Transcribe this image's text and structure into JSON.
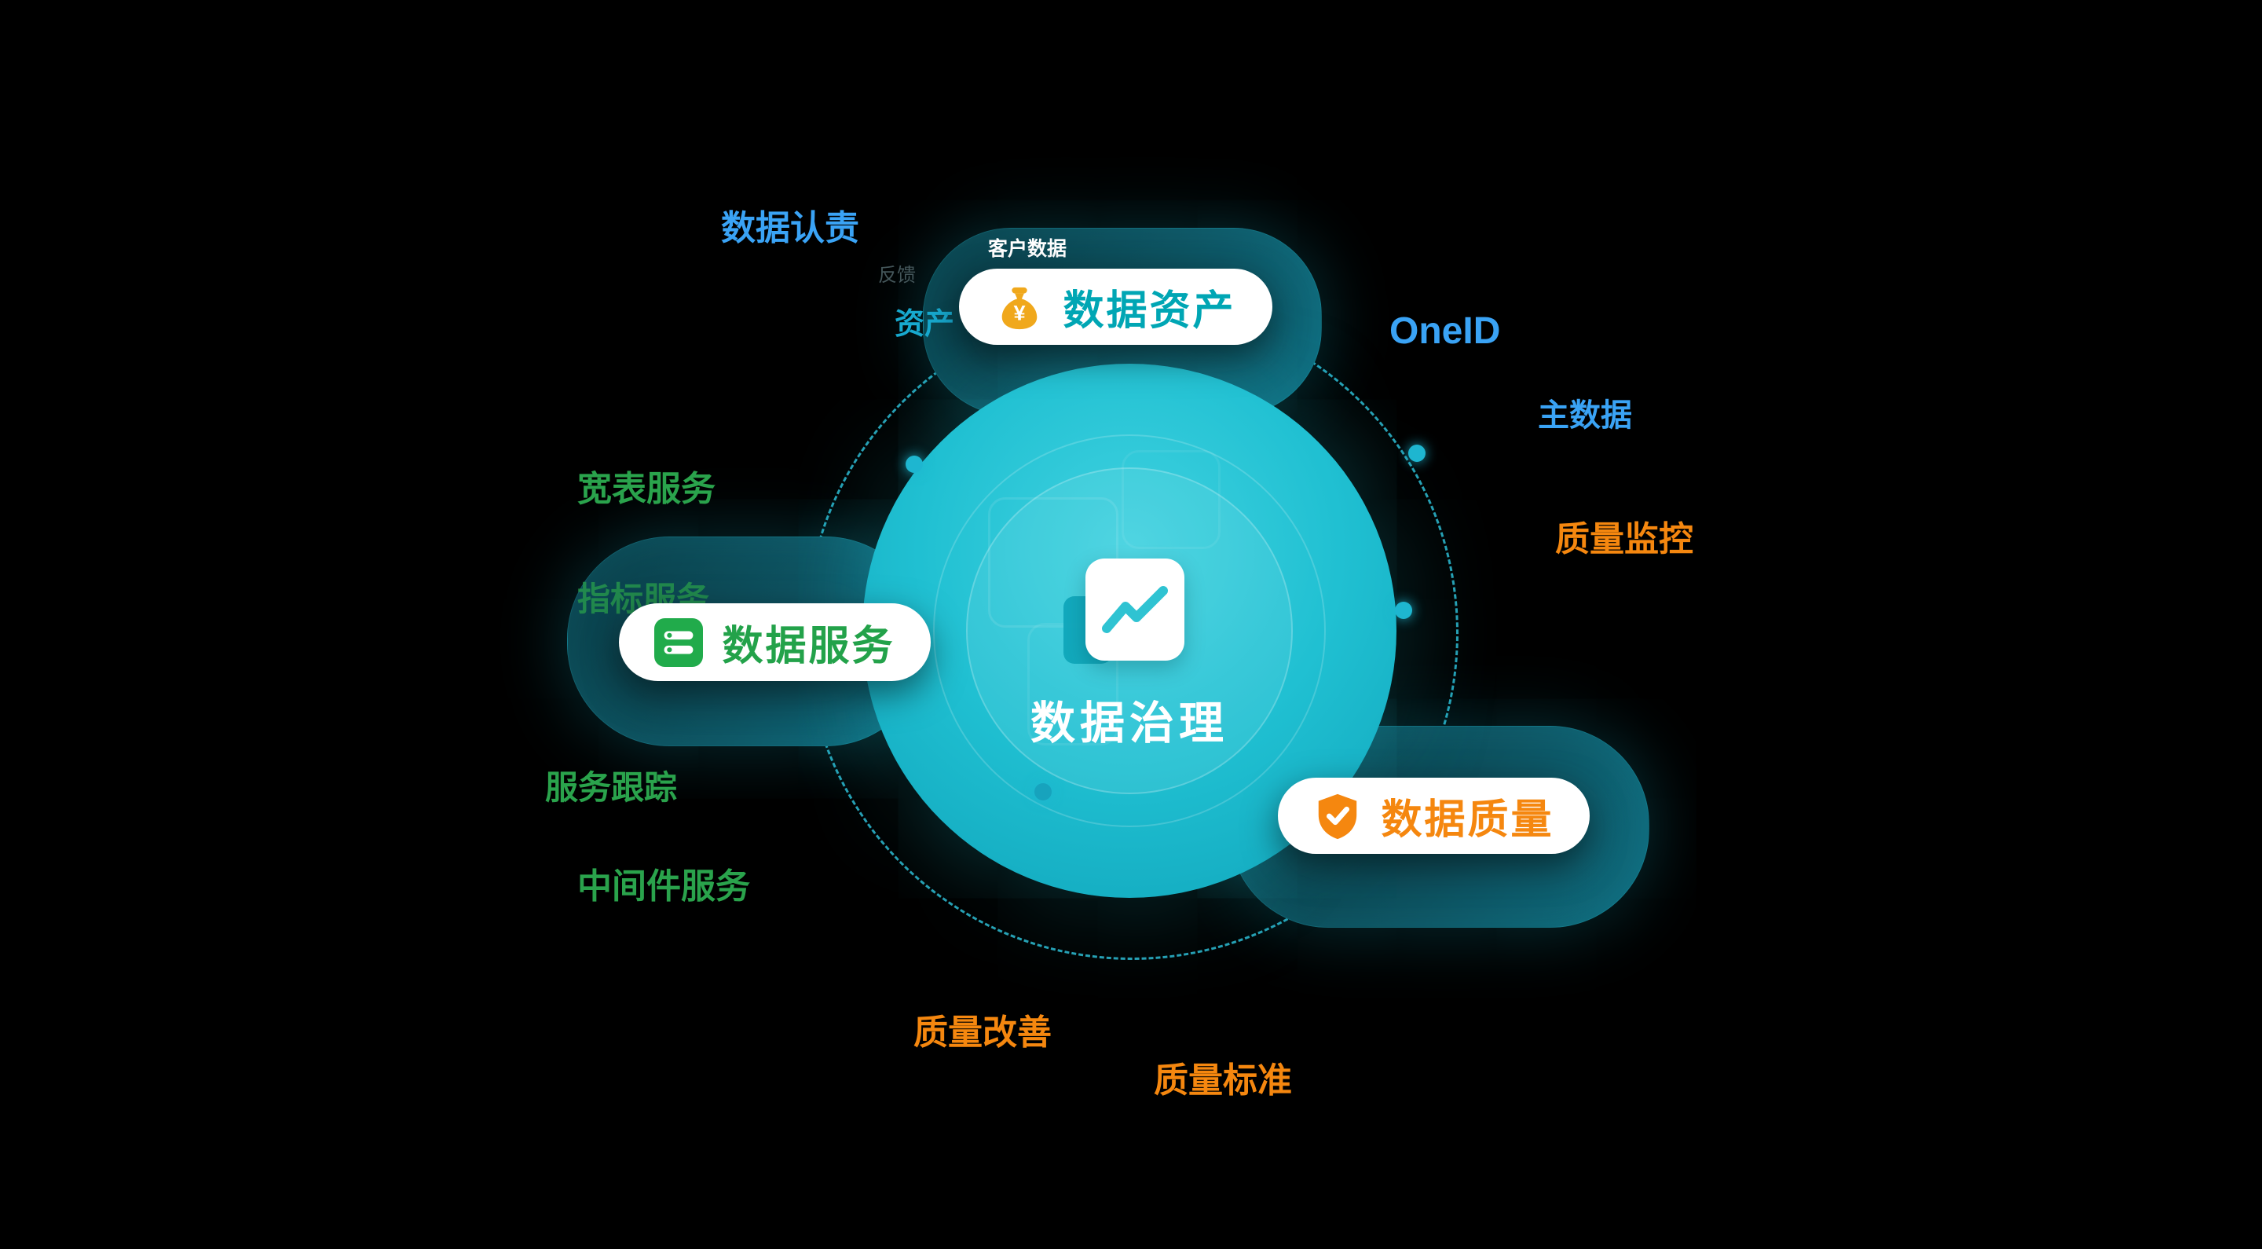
{
  "diagram": {
    "title": "数据治理",
    "center": {
      "label": "数据治理",
      "icon": "document-chart-icon"
    }
  },
  "pills": [
    {
      "label": "数据资产",
      "icon": "money-bag-icon",
      "color": "#00a6b4"
    },
    {
      "label": "数据服务",
      "icon": "server-stack-icon",
      "color": "#23a24a"
    },
    {
      "label": "数据质量",
      "icon": "shield-check-icon",
      "color": "#f5870f"
    }
  ],
  "labels": [
    {
      "text": "数据认责",
      "color": "#3aa3f5"
    },
    {
      "text": "客户数据",
      "color": "#ffffff"
    },
    {
      "text": "反馈",
      "color": "#44565a"
    },
    {
      "text": "资产",
      "color": "#17a9cf"
    },
    {
      "text": "OneID",
      "color": "#3aa3f5"
    },
    {
      "text": "主数据",
      "color": "#3aa3f5"
    },
    {
      "text": "质量监控",
      "color": "#f5870f"
    },
    {
      "text": "宽表服务",
      "color": "#2aa34c"
    },
    {
      "text": "指标服务",
      "color": "#2aa34c"
    },
    {
      "text": "服务跟踪",
      "color": "#2aa34c"
    },
    {
      "text": "中间件服务",
      "color": "#2aa34c"
    },
    {
      "text": "质量改善",
      "color": "#f5870f"
    },
    {
      "text": "质量标准",
      "color": "#f5870f"
    }
  ],
  "colors": {
    "background": "#000000",
    "circle_teal": "#20c0d2",
    "orbit_dash": "#2ebcd4",
    "blob_dark_teal": "#0e5260",
    "blue_label": "#3aa3f5",
    "green_label": "#2aa34c",
    "orange_label": "#f5870f",
    "assets_text": "#00a6b4",
    "gold_icon": "#f0a81c"
  }
}
